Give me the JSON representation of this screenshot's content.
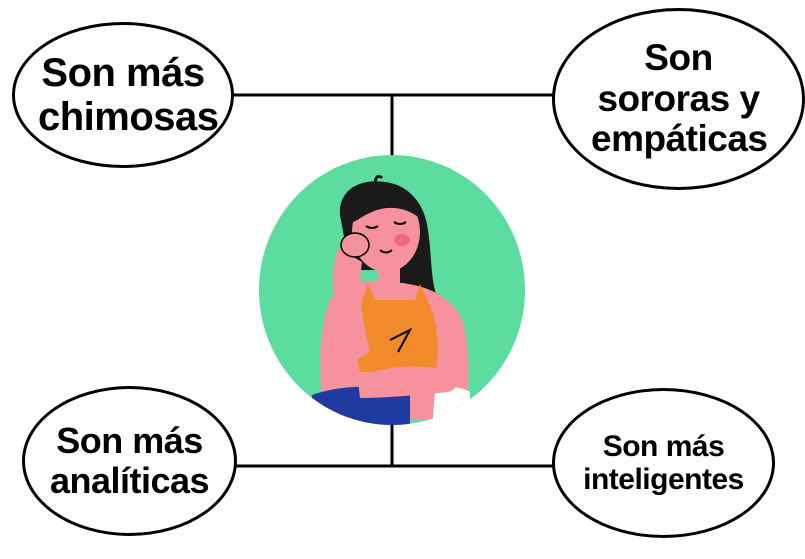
{
  "nodes": [
    {
      "id": "top-left",
      "label_line1": "Son más",
      "label_line2": "chimosas"
    },
    {
      "id": "top-right",
      "label_line1": "Son",
      "label_line2": "sororas y",
      "label_line3": "empáticas"
    },
    {
      "id": "bottom-left",
      "label_line1": "Son más",
      "label_line2": "analíticas"
    },
    {
      "id": "bottom-right",
      "label_line1": "Son más",
      "label_line2": "inteligentes"
    }
  ],
  "center_image": "woman-thinking-illustration",
  "colors": {
    "circle_bg": "#5ddc9f",
    "skin": "#f6929e",
    "hair": "#1a1a1a",
    "top": "#f08a2a",
    "jeans": "#1f3aa0",
    "line": "#000000"
  }
}
